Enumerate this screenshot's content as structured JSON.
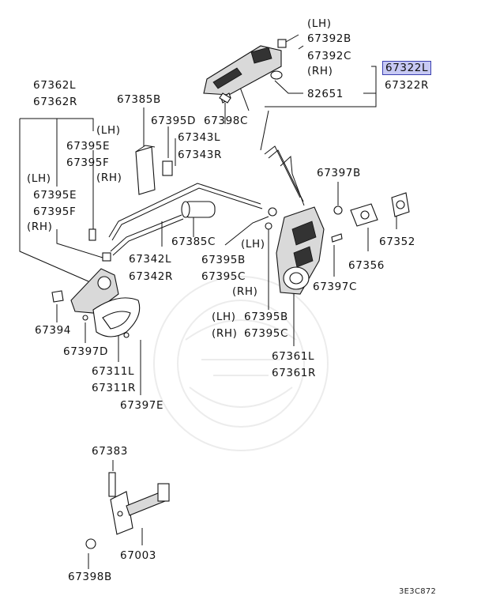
{
  "labels": {
    "lh_top": "(LH)",
    "p67392B": "67392B",
    "p67392C": "67392C",
    "rh_top": "(RH)",
    "p82651": "82651",
    "p67322L": "67322L",
    "p67322R": "67322R",
    "p67362L": "67362L",
    "p67362R": "67362R",
    "p67385B": "67385B",
    "lh_e": "(LH)",
    "p67395E_a": "67395E",
    "p67395F_a": "67395F",
    "rh_f": "(RH)",
    "lh_e2": "(LH)",
    "p67395E_b": "67395E",
    "p67395F_b": "67395F",
    "rh_f2": "(RH)",
    "p67395D": "67395D",
    "p67398C": "67398C",
    "p67343L": "67343L",
    "p67343R": "67343R",
    "p67397B": "67397B",
    "p67352": "67352",
    "p67356": "67356",
    "p67397C": "67397C",
    "p67385C": "67385C",
    "p67342L": "67342L",
    "p67342R": "67342R",
    "lh_395b": "(LH)",
    "p67395B": "67395B",
    "p67395C": "67395C",
    "rh_395c": "(RH)",
    "lh_395b2": "(LH)",
    "p67395B_2": "67395B",
    "rh_395c2": "(RH)",
    "p67395C_2": "67395C",
    "p67361L": "67361L",
    "p67361R": "67361R",
    "p67394": "67394",
    "p67397D": "67397D",
    "p67311L": "67311L",
    "p67311R": "67311R",
    "p67397E": "67397E",
    "p67383": "67383",
    "p67003": "67003",
    "p67398B": "67398B",
    "code": "3E3C872"
  },
  "colors": {
    "highlight_fill": "#c7c9f4",
    "highlight_border": "#3a3fb0",
    "line": "#111111"
  }
}
